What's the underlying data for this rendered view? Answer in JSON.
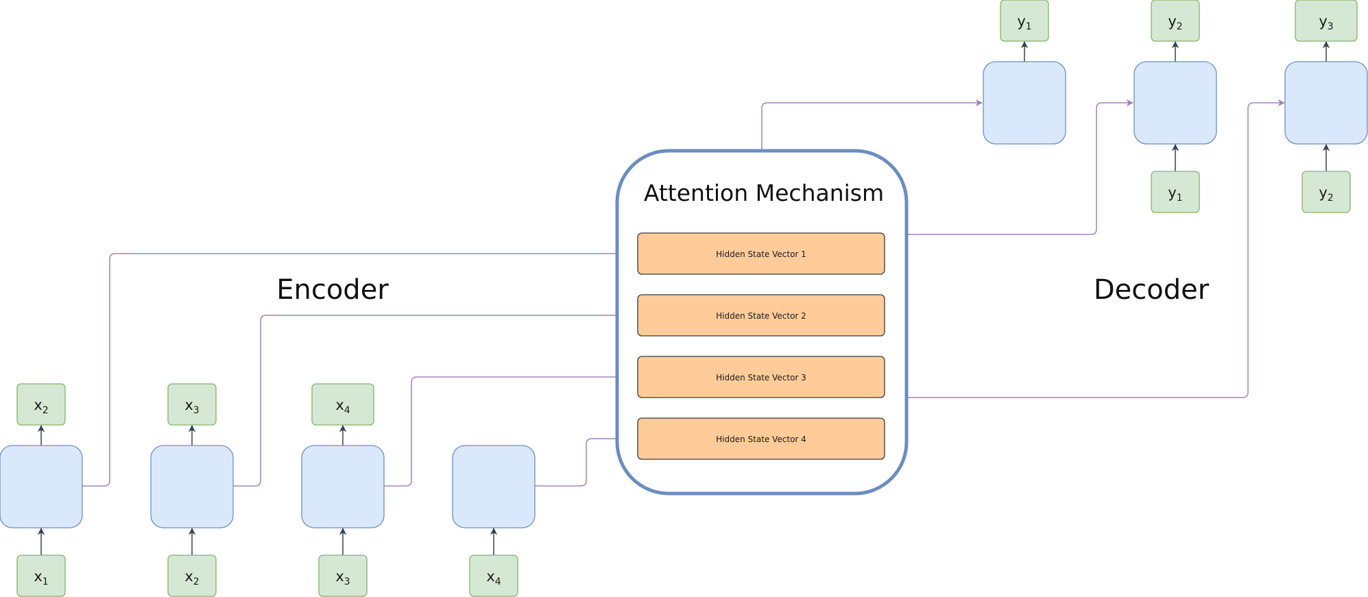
{
  "labels": {
    "encoder": "Encoder",
    "decoder": "Decoder",
    "attention": "Attention Mechanism"
  },
  "hidden_states": [
    "Hidden State Vector 1",
    "Hidden State Vector 2",
    "Hidden State Vector 3",
    "Hidden State Vector 4"
  ],
  "encoder_inputs": [
    {
      "base": "x",
      "sub": "1"
    },
    {
      "base": "x",
      "sub": "2"
    },
    {
      "base": "x",
      "sub": "3"
    },
    {
      "base": "x",
      "sub": "4"
    }
  ],
  "encoder_outputs": [
    {
      "base": "x",
      "sub": "2"
    },
    {
      "base": "x",
      "sub": "3"
    },
    {
      "base": "x",
      "sub": "4"
    }
  ],
  "decoder_outputs": [
    {
      "base": "y",
      "sub": "1"
    },
    {
      "base": "y",
      "sub": "2"
    },
    {
      "base": "y",
      "sub": "3"
    }
  ],
  "decoder_inputs": [
    {
      "base": "y",
      "sub": "1"
    },
    {
      "base": "y",
      "sub": "2"
    }
  ],
  "colors": {
    "node_fill": "#d5e8d4",
    "node_stroke": "#82b366",
    "cell_fill": "#dae8fc",
    "cell_stroke": "#6c8ebf",
    "hidden_fill": "#ffcc99",
    "connector": "#a680b8",
    "arrow": "#314354"
  }
}
